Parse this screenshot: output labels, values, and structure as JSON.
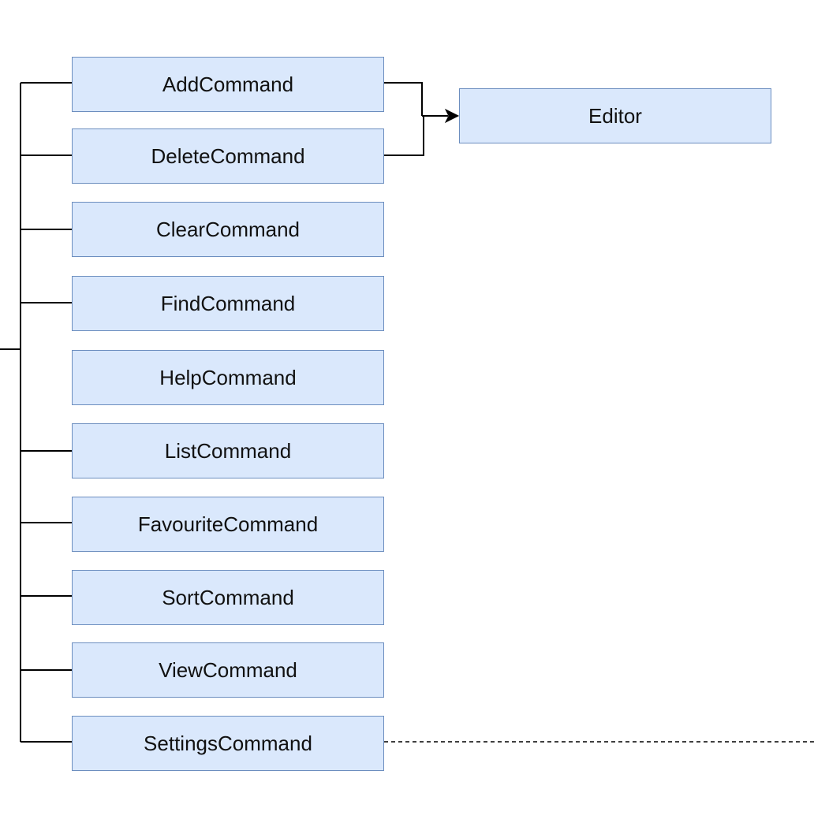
{
  "diagram": {
    "commands": [
      {
        "label": "AddCommand"
      },
      {
        "label": "DeleteCommand"
      },
      {
        "label": "ClearCommand"
      },
      {
        "label": "FindCommand"
      },
      {
        "label": "HelpCommand"
      },
      {
        "label": "ListCommand"
      },
      {
        "label": "FavouriteCommand"
      },
      {
        "label": "SortCommand"
      },
      {
        "label": "ViewCommand"
      },
      {
        "label": "SettingsCommand"
      }
    ],
    "target": {
      "label": "Editor"
    },
    "colors": {
      "node_fill": "#dae8fc",
      "node_border": "#6c8ebf",
      "edge": "#000000",
      "text": "#111111"
    }
  }
}
